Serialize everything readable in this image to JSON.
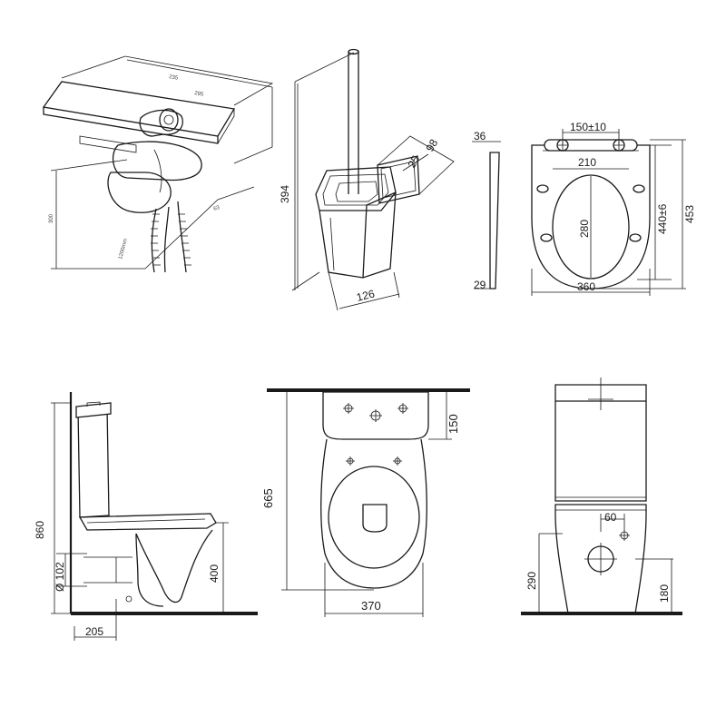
{
  "shower": {
    "dims": [
      "235",
      "295",
      "300",
      "63"
    ],
    "hose_label": "1200mm"
  },
  "brush_holder": {
    "height": "394",
    "depth": "98",
    "width": "126",
    "offset": "25"
  },
  "seat": {
    "hinge_spacing": "150±10",
    "hinge_depth": "36",
    "inner_width": "210",
    "inner_length": "280",
    "length_tolerance": "440±6",
    "total_length": "453",
    "width": "360",
    "thickness": "29"
  },
  "side_view": {
    "height": "860",
    "outlet_diameter": "Ø 102",
    "outlet_height": "400",
    "wall_distance": "205"
  },
  "top_view": {
    "length": "665",
    "tank_depth": "150",
    "width": "370"
  },
  "front_view": {
    "inlet_offset": "60",
    "outlet_height": "290",
    "inlet_height": "180"
  }
}
